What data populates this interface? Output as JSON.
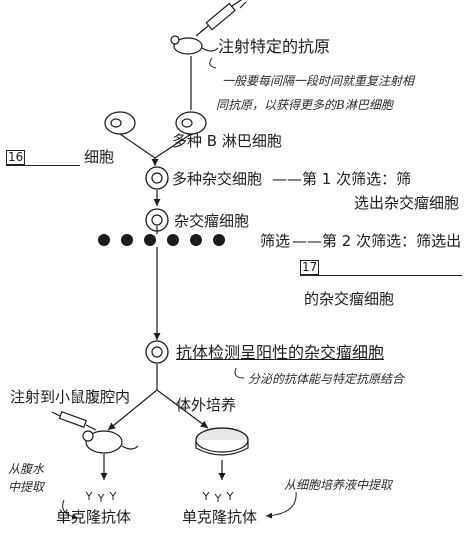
{
  "steps": {
    "inject_antigen": "注射特定的抗原",
    "inject_note_1": "一般要每间隔一段时间就重复注射相",
    "inject_note_2": "同抗原，以获得更多的B淋巴细胞",
    "b_cells": "多种 B 淋巴细胞",
    "blank16_num": "16",
    "blank16_suffix": "细胞",
    "hybrid_cells": "多种杂交细胞",
    "screen1_line1": "——第 1 次筛选：筛",
    "screen1_line2": "选出杂交瘤细胞",
    "hybridoma": "杂交瘤细胞",
    "screen_label": "筛选",
    "screen2_line1": "——第 2 次筛选：筛选出",
    "blank17_num": "17",
    "screen2_line3": "的杂交瘤细胞",
    "positive": "抗体检测呈阳性的杂交瘤细胞",
    "positive_note": "分泌的抗体能与特定抗原结合",
    "branch_left": "注射到小鼠腹腔内",
    "branch_right": "体外培养",
    "extract_left_1": "从腹水",
    "extract_left_2": "中提取",
    "extract_right": "从细胞培养液中提取",
    "mab_left": "单克隆抗体",
    "mab_right": "单克隆抗体"
  },
  "colors": {
    "ink": "#1c1c1c",
    "dish": "#e8e8e8"
  }
}
